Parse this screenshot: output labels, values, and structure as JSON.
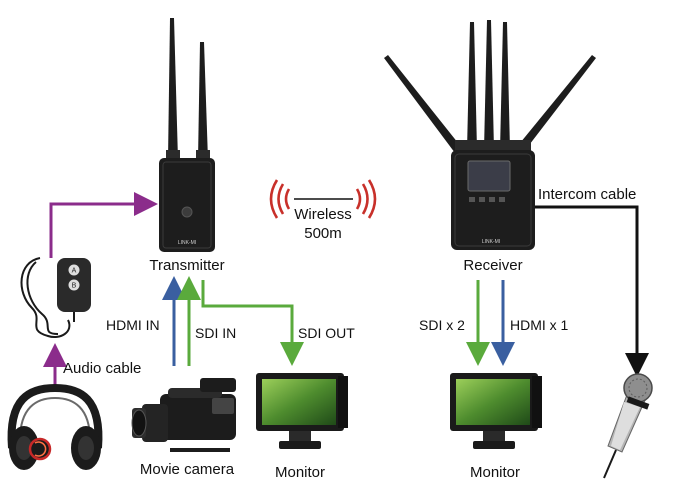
{
  "labels": {
    "transmitter": "Transmitter",
    "receiver": "Receiver",
    "wireless": "Wireless",
    "range": "500m",
    "intercom_cable": "Intercom cable",
    "audio_cable": "Audio cable",
    "hdmi_in": "HDMI IN",
    "sdi_in": "SDI IN",
    "sdi_out": "SDI OUT",
    "sdi_x2": "SDI x 2",
    "hdmi_x1": "HDMI x 1",
    "movie_camera": "Movie camera",
    "monitor_left": "Monitor",
    "monitor_right": "Monitor"
  },
  "device_marks": {
    "transmitter_brand": "LINK-MI",
    "receiver_brand": "LINK-MI",
    "remote_button_a": "A",
    "remote_button_b": "B"
  },
  "colors": {
    "audio_line": "#8b2c8b",
    "hdmi_line": "#3a5fa0",
    "sdi_line": "#5aaa3c",
    "intercom_line": "#111111",
    "wireless_waves": "#c8302a",
    "device_body": "#1d1d1d"
  }
}
